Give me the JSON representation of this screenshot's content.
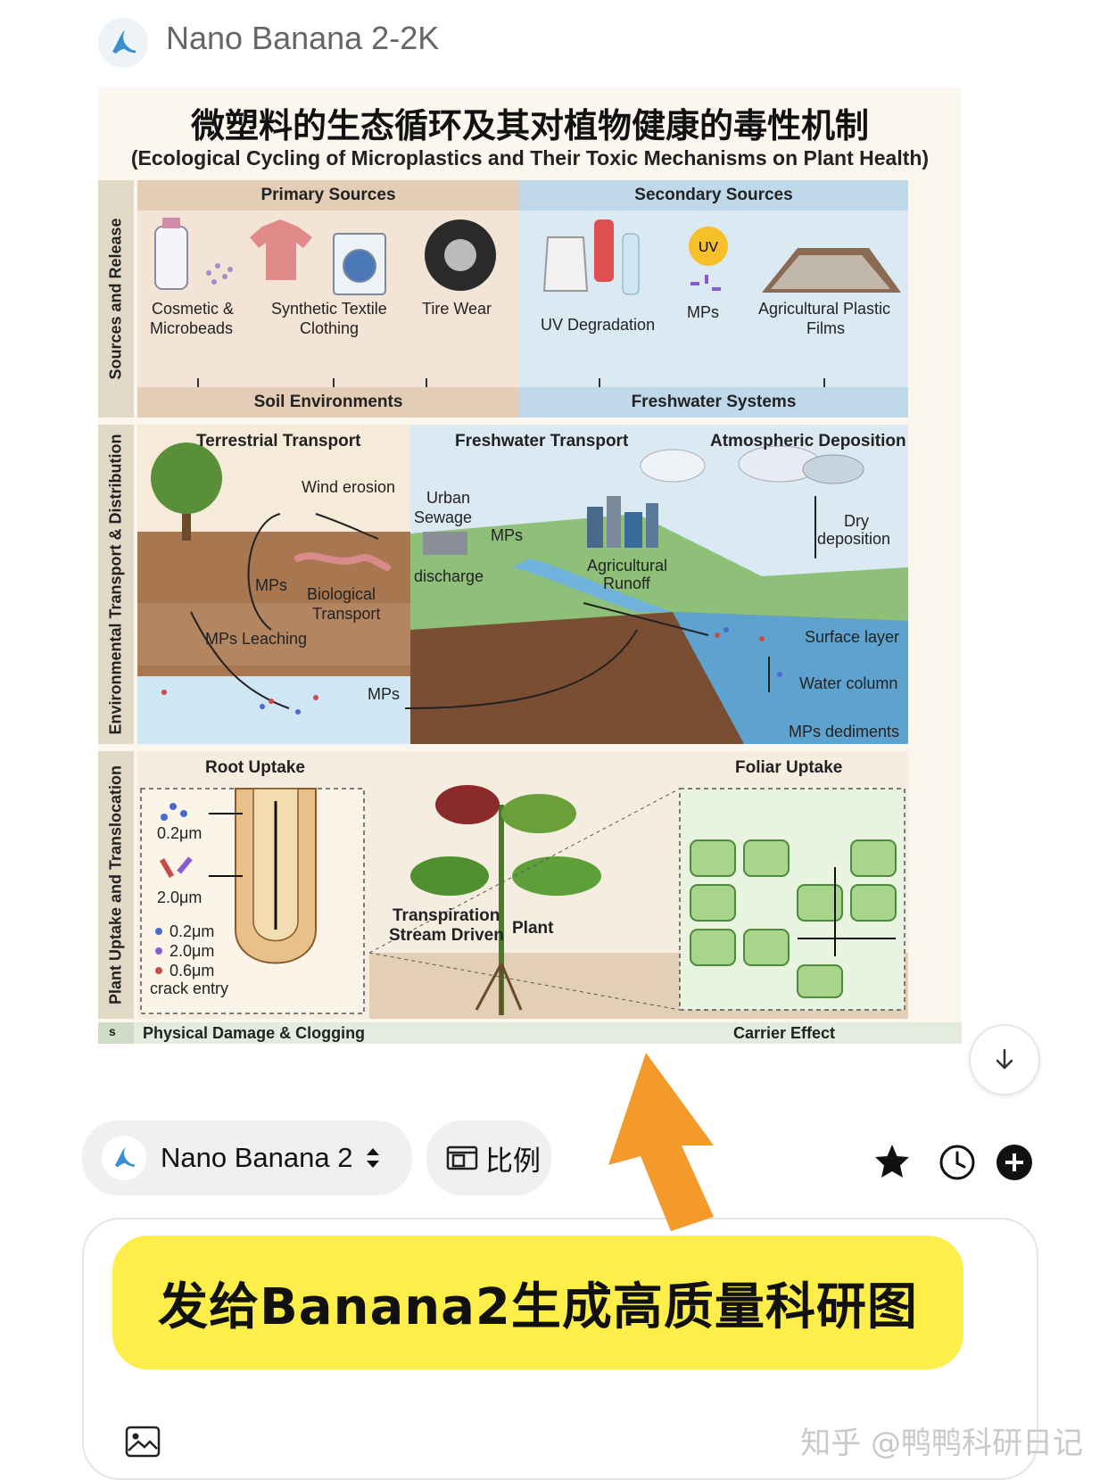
{
  "header": {
    "model_title": "Nano Banana 2-2K"
  },
  "figure": {
    "title_cn": "微塑料的生态循环及其对植物健康的毒性机制",
    "title_en": "(Ecological Cycling of Microplastics and Their Toxic Mechanisms on Plant Health)",
    "bands": {
      "sources": "Sources and Release",
      "transport": "Environmental Transport & Distribution",
      "uptake": "Plant Uptake and Translocation",
      "bottom": "s"
    },
    "sources": {
      "primary_header": "Primary Sources",
      "secondary_header": "Secondary Sources",
      "cosmetic": [
        "Cosmetic &",
        "Microbeads"
      ],
      "textile": [
        "Synthetic Textile",
        "Clothing"
      ],
      "tire": "Tire Wear",
      "uv": "UV",
      "uv_degradation": "UV Degradation",
      "mps": "MPs",
      "agri_films": [
        "Agricultural Plastic",
        "Films"
      ],
      "soil": "Soil Environments",
      "freshwater": "Freshwater Systems"
    },
    "transport": {
      "terrestrial": "Terrestrial Transport",
      "freshwater": "Freshwater Transport",
      "atmospheric": "Atmospheric Deposition",
      "wind_erosion": "Wind erosion",
      "mps_soil": "MPs",
      "biological": [
        "Biological",
        "Transport"
      ],
      "leaching": "MPs Leaching",
      "mps_ground": "MPs",
      "urban_sewage": [
        "Urban",
        "Sewage"
      ],
      "mps_sewage": "MPs",
      "discharge": "discharge",
      "agri_runoff": [
        "Agricultural",
        "Runoff"
      ],
      "dry_deposition": [
        "Dry",
        "deposition"
      ],
      "surface_layer": "Surface layer",
      "water_column": "Water column",
      "mps_sediments": "MPs dediments"
    },
    "uptake": {
      "root_uptake": "Root Uptake",
      "foliar_uptake": "Foliar Uptake",
      "size_1": "0.2μm",
      "size_2": "2.0μm",
      "legend": [
        "0.2μm",
        "2.0μm",
        "0.6μm"
      ],
      "crack_entry": "crack entry",
      "transpiration": [
        "Transpiration",
        "Stream Driven"
      ],
      "plant": "Plant"
    },
    "bottom": {
      "physical": "Physical Damage & Clogging",
      "carrier": "Carrier Effect"
    }
  },
  "toolbar": {
    "model_name": "Nano Banana 2",
    "ratio_label": "比例"
  },
  "prompt": {
    "highlight": "发给Banana2生成高质量科研图"
  },
  "watermark": "知乎 @鸭鸭科研日记",
  "colors": {
    "highlight": "#fdee4a",
    "arrow": "#f39a2b",
    "primary_bg": "#f3e4d6",
    "secondary_bg": "#dbe9f3"
  }
}
